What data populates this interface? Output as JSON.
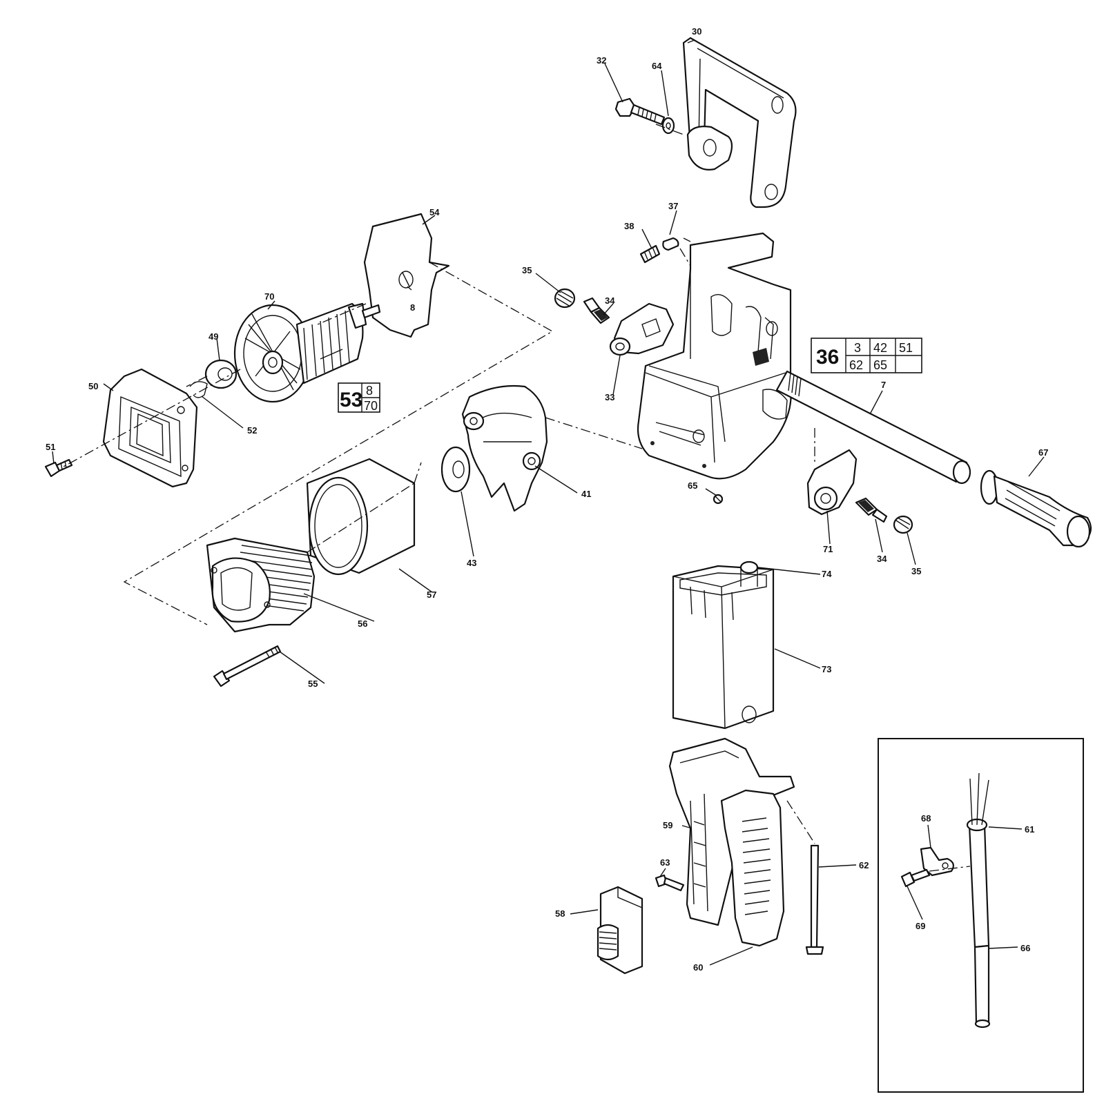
{
  "diagram": {
    "callouts": {
      "c30": "30",
      "c32": "32",
      "c64": "64",
      "c37": "37",
      "c38": "38",
      "c35a": "35",
      "c34a": "34",
      "c33": "33",
      "c54": "54",
      "c8": "8",
      "c70": "70",
      "c49": "49",
      "c50": "50",
      "c52": "52",
      "c51": "51",
      "c41": "41",
      "c43": "43",
      "c57": "57",
      "c56": "56",
      "c55": "55",
      "c65": "65",
      "c7": "7",
      "c67": "67",
      "c71": "71",
      "c34b": "34",
      "c35b": "35",
      "c74": "74",
      "c73": "73",
      "c59": "59",
      "c62": "62",
      "c63": "63",
      "c58": "58",
      "c60": "60",
      "c68": "68",
      "c61": "61",
      "c69": "69",
      "c66": "66"
    },
    "assembly_53": {
      "main": "53",
      "top": "8",
      "bottom": "70"
    },
    "assembly_36": {
      "main": "36",
      "r1a": "3",
      "r1b": "42",
      "r1c": "51",
      "r2a": "62",
      "r2b": "65"
    }
  }
}
